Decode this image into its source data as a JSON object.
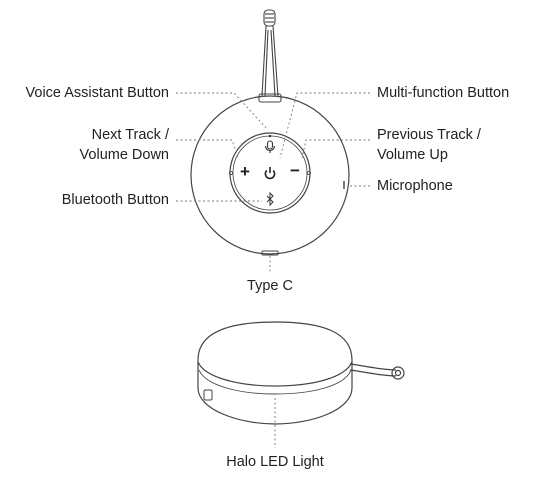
{
  "labels": {
    "voice_assistant": "Voice Assistant Button",
    "next_track": [
      "Next Track /",
      "Volume Down"
    ],
    "bluetooth": "Bluetooth Button",
    "multi_function": "Multi-function Button",
    "previous_track": [
      "Previous Track /",
      "Volume Up"
    ],
    "microphone": "Microphone",
    "type_c": "Type C",
    "halo": "Halo LED Light"
  },
  "buttons": {
    "plus": "+",
    "minus": "−"
  },
  "colors": {
    "line": "#444444",
    "leader": "#777777",
    "text": "#222222"
  }
}
